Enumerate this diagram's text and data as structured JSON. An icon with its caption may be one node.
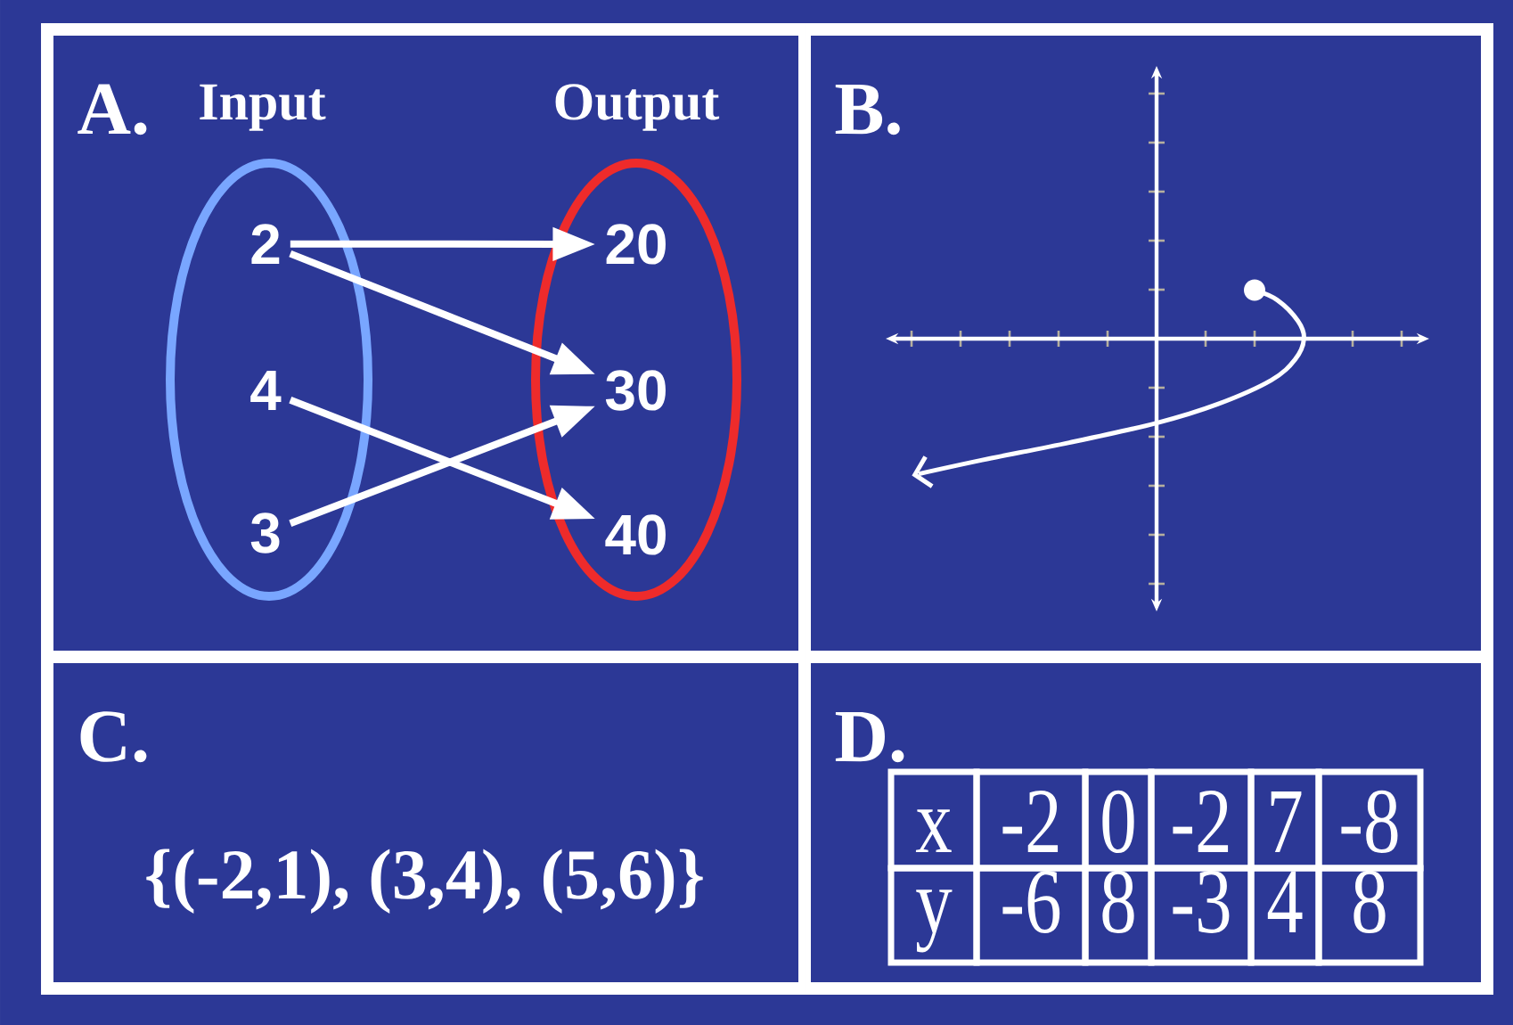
{
  "diagram": {
    "nodes": [
      {
        "text": [
          "A."
        ]
      },
      {
        "text": [
          "Input"
        ],
        "in": 0
      },
      {
        "text": [
          "2"
        ],
        "in": 1
      },
      {
        "text": [
          "4"
        ],
        "in": 1
      },
      {
        "text": [
          "3"
        ],
        "in": 1
      },
      {
        "text": [
          "Output"
        ],
        "in": 0
      },
      {
        "text": [
          "20"
        ],
        "in": 5
      },
      {
        "text": [
          "30"
        ],
        "in": 5
      },
      {
        "text": [
          "40"
        ],
        "in": 5
      },
      {
        "text": [
          "B."
        ]
      },
      {
        "text": [
          "C.",
          "{(-2,1), (3,4), (5,6)}"
        ]
      },
      {
        "text": [
          "D."
        ]
      }
    ],
    "edges": [
      {
        "from": 2,
        "to": 6,
        "arrow": "to"
      },
      {
        "from": 2,
        "to": 7,
        "arrow": "to"
      },
      {
        "from": 3,
        "to": 8,
        "arrow": "to"
      },
      {
        "from": 4,
        "to": 7,
        "arrow": "to"
      }
    ],
    "labels": [
      "x",
      "-2",
      "0",
      "-2",
      "7",
      "-8",
      "y",
      "-6",
      "8",
      "-3",
      "4",
      "8"
    ]
  }
}
